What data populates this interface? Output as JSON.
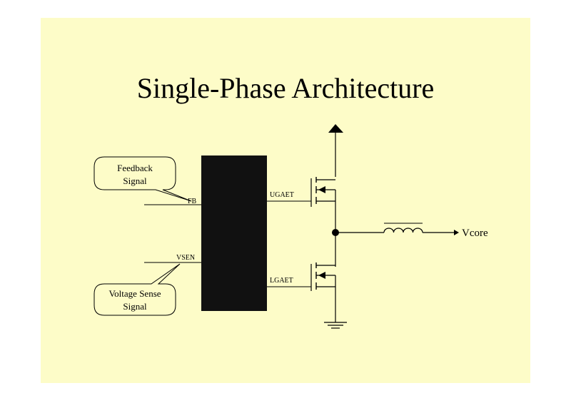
{
  "title": "Single-Phase Architecture",
  "callouts": {
    "feedback": [
      "Feedback",
      "Signal"
    ],
    "voltage_sense": [
      "Voltage Sense",
      "Signal"
    ]
  },
  "pins": {
    "fb": "FB",
    "vsen": "VSEN",
    "ugate": "UGAET",
    "lgate": "LGAET"
  },
  "output_label": "Vcore",
  "colors": {
    "background": "#fdfcc8",
    "ic": "#111111",
    "line": "#000000"
  }
}
